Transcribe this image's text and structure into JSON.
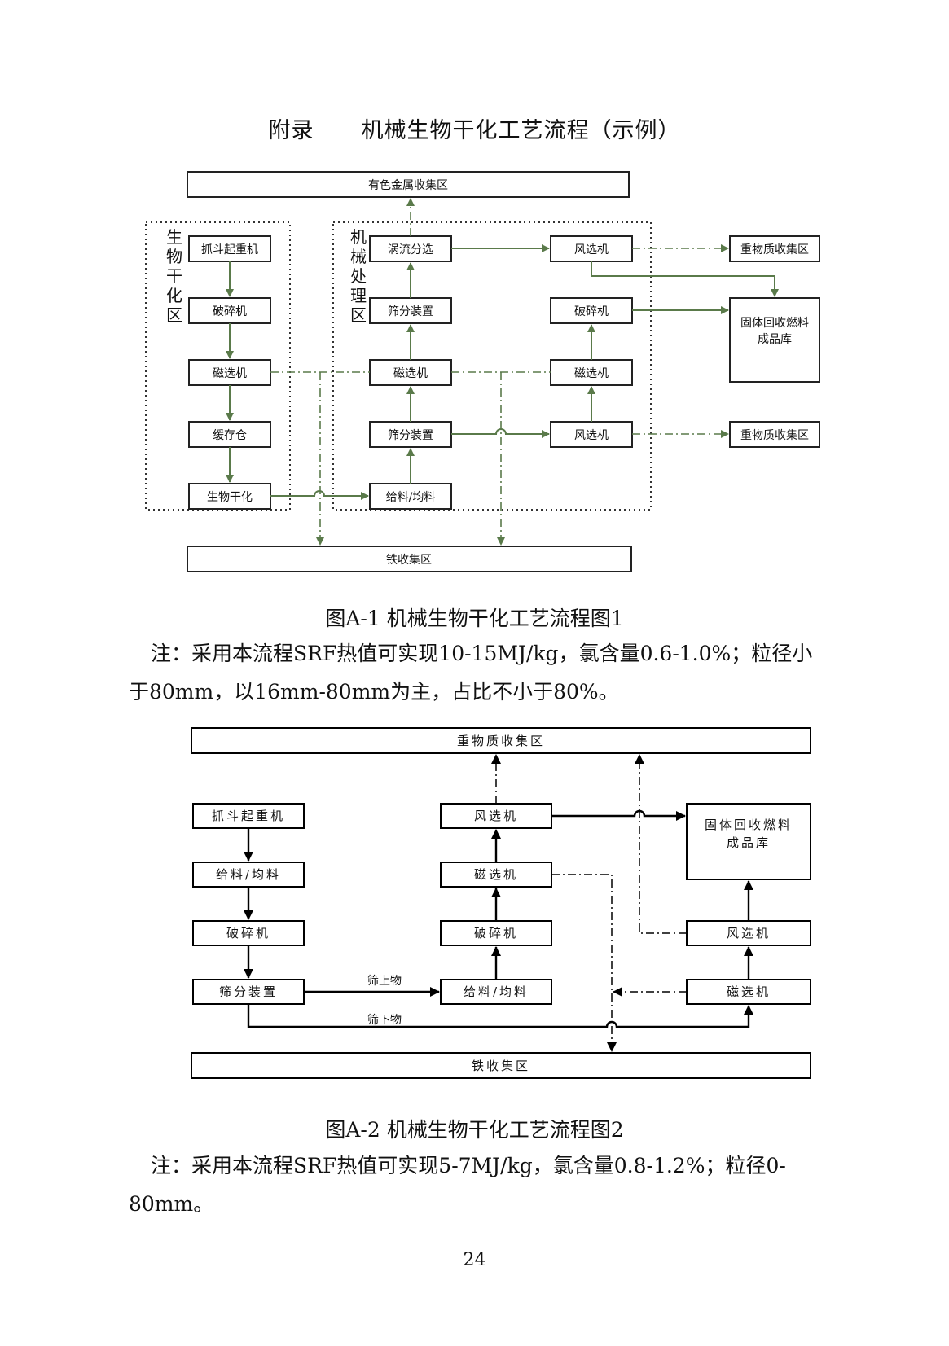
{
  "page": {
    "heading_left": "附录",
    "heading_right": "机械生物干化工艺流程（示例）",
    "page_number": "24"
  },
  "figure1": {
    "caption": "图A-1  机械生物干化工艺流程图1",
    "note": "注：采用本流程SRF热值可实现10-15MJ/kg，氯含量0.6-1.0%；粒径小于80mm，以16mm-80mm为主，占比不小于80%。",
    "zone_bio": "生物干化区",
    "zone_mech": "机械处理区",
    "boxes": {
      "nonferrous": "有色金属收集区",
      "iron": "铁收集区",
      "crane": "抓斗起重机",
      "crusher_l": "破碎机",
      "magnet_l": "磁选机",
      "buffer": "缓存仓",
      "biodry": "生物干化",
      "eddy": "涡流分选",
      "screen_top": "筛分装置",
      "magnet_mid": "磁选机",
      "screen_bot": "筛分装置",
      "feeder": "给料/均料",
      "air_top": "风选机",
      "crusher_r": "破碎机",
      "magnet_r": "磁选机",
      "air_bot": "风选机",
      "heavy_top": "重物质收集区",
      "heavy_bot": "重物质收集区",
      "product": "固体回收燃料成品库"
    }
  },
  "figure2": {
    "caption": "图A-2  机械生物干化工艺流程图2",
    "note": "注：采用本流程SRF热值可实现5-7MJ/kg，氯含量0.8-1.2%；粒径0-80mm。",
    "boxes": {
      "heavy": "重物质收集区",
      "iron": "铁收集区",
      "crane": "抓斗起重机",
      "feeder_l": "给料/均料",
      "crusher_l": "破碎机",
      "screen": "筛分装置",
      "air_mid": "风选机",
      "magnet_mid": "磁选机",
      "crusher_mid": "破碎机",
      "feeder_mid": "给料/均料",
      "product": "固体回收燃料成品库",
      "air_r": "风选机",
      "magnet_r": "磁选机"
    },
    "labels": {
      "oversize": "筛上物",
      "undersize": "筛下物"
    }
  },
  "colors": {
    "fig1_line": "#5a7a4a",
    "fig2_line": "#000000"
  }
}
